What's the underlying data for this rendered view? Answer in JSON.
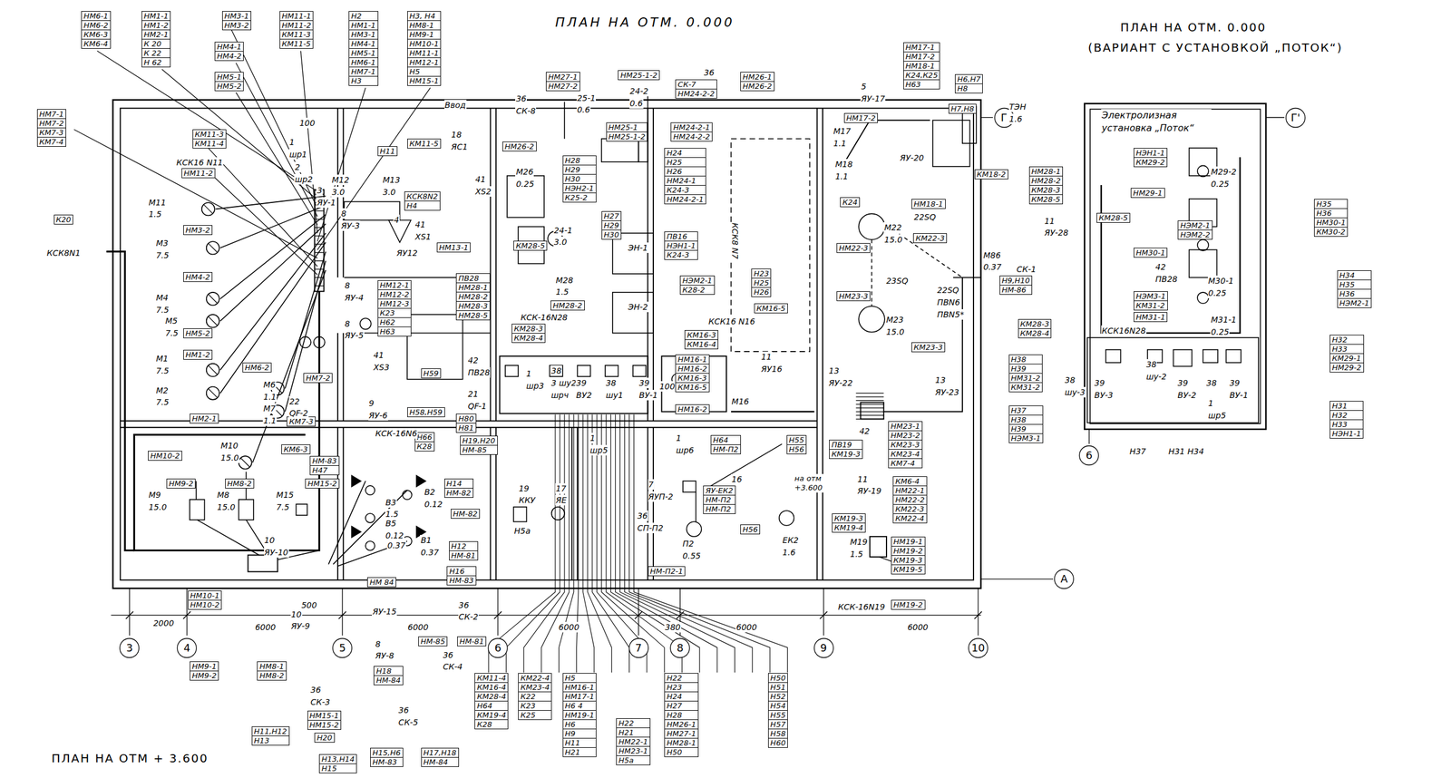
{
  "diagram": {
    "title": "ПЛАН НА ОТМ. 0.000",
    "nodes": [
      {
        "text": [
          "НМ6-1",
          "НМ6-2",
          "КМ6-3",
          "КМ6-4"
        ]
      },
      {
        "text": [
          "НМ1-1",
          "НМ1-2",
          "НМ2-1",
          "К 20",
          "К 22",
          "Н 62"
        ]
      },
      {
        "text": [
          "НМ3-1",
          "НМ3-2"
        ]
      },
      {
        "text": [
          "НМ11-1",
          "НМ11-2",
          "КМ11-3",
          "КМ11-5"
        ]
      },
      {
        "text": [
          "Н2",
          "НМ1-1",
          "НМ3-1",
          "НМ4-1",
          "НМ5-1",
          "НМ6-1",
          "НМ7-1",
          "Н3"
        ]
      },
      {
        "text": [
          "Н3, Н4",
          "НМ8-1",
          "НМ9-1",
          "НМ10-1",
          "НМ11-1",
          "НМ12-1",
          "Н5",
          "НМ15-1"
        ]
      },
      {
        "text": [
          "НМ4-1",
          "НМ4-2"
        ]
      },
      {
        "text": [
          "НМ5-1",
          "НМ5-2"
        ]
      },
      {
        "text": [
          "НМ7-1",
          "НМ7-2",
          "КМ7-3",
          "КМ7-4"
        ]
      },
      {
        "text": [
          "КМ11-3",
          "КМ11-4"
        ]
      },
      {
        "text": [
          "НМ11-2"
        ]
      },
      {
        "text": [
          "К20"
        ]
      },
      {
        "text": [
          "НМ3-2"
        ]
      },
      {
        "text": [
          "НМ4-2"
        ]
      },
      {
        "text": [
          "НМ5-2"
        ]
      },
      {
        "text": [
          "НМ1-2"
        ]
      },
      {
        "text": [
          "НМ6-2"
        ]
      },
      {
        "text": [
          "НМ7-2"
        ]
      },
      {
        "text": [
          "КМ7-3"
        ]
      },
      {
        "text": [
          "НМ2-1"
        ]
      },
      {
        "text": [
          "НМ10-2"
        ]
      },
      {
        "text": [
          "НМ9-2"
        ]
      },
      {
        "text": [
          "НМ8-2"
        ]
      },
      {
        "text": [
          "НМ15-2"
        ]
      },
      {
        "text": [
          "КМ6-3"
        ]
      },
      {
        "text": [
          "НМ-83",
          "Н47"
        ]
      },
      {
        "text": [
          "НМ10-1",
          "НМ10-2"
        ]
      },
      {
        "text": [
          "НМ9-1",
          "НМ9-2"
        ]
      },
      {
        "text": [
          "НМ8-1",
          "НМ8-2"
        ]
      },
      {
        "text": [
          "НМ15-1",
          "НМ15-2"
        ]
      },
      {
        "text": [
          "Н20"
        ]
      },
      {
        "text": [
          "Н11,Н12",
          "Н13"
        ]
      },
      {
        "text": [
          "Н13,Н14",
          "Н15"
        ]
      },
      {
        "text": [
          "Н15,Н6",
          "НМ-83"
        ]
      },
      {
        "text": [
          "Н17,Н18",
          "НМ-84"
        ]
      },
      {
        "text": [
          "Н18",
          "НМ-84"
        ]
      },
      {
        "text": [
          "Н16",
          "НМ-83"
        ]
      },
      {
        "text": [
          "НМ-85"
        ]
      },
      {
        "text": [
          "НМ-81"
        ]
      },
      {
        "text": [
          "НМ 84"
        ]
      },
      {
        "text": [
          "Н14",
          "НМ-82"
        ]
      },
      {
        "text": [
          "НМ-82"
        ]
      },
      {
        "text": [
          "Н12",
          "НМ-81"
        ]
      },
      {
        "text": [
          "Н66",
          "К28"
        ]
      },
      {
        "text": [
          "Н19,Н20",
          "НМ-85"
        ]
      },
      {
        "text": [
          "КСК8N2",
          "Н4"
        ]
      },
      {
        "text": [
          "КМ11-5"
        ]
      },
      {
        "text": [
          "Н11"
        ]
      },
      {
        "text": [
          "НМ13-1"
        ]
      },
      {
        "text": [
          "НМ12-1",
          "НМ12-2",
          "НМ12-3",
          "К23",
          "Н62",
          "Н63"
        ]
      },
      {
        "text": [
          "Н59"
        ]
      },
      {
        "text": [
          "Н58,Н59"
        ]
      },
      {
        "text": [
          "Н80",
          "Н81"
        ]
      },
      {
        "text": [
          "ПВ28",
          "НМ28-1",
          "НМ28-2",
          "НМ28-3",
          "НМ28-5"
        ]
      },
      {
        "text": [
          "КМ28-5"
        ]
      },
      {
        "text": [
          "НМ28-2"
        ]
      },
      {
        "text": [
          "КМ28-3",
          "КМ28-4"
        ]
      },
      {
        "text": [
          "НМ27-1",
          "НМ27-2"
        ]
      },
      {
        "text": [
          "НМ25-1-2"
        ]
      },
      {
        "text": [
          "СК-7",
          "НМ24-2-2"
        ]
      },
      {
        "text": [
          "НМ26-1",
          "НМ26-2"
        ]
      },
      {
        "text": [
          "НМ25-1",
          "НМ25-1-2"
        ]
      },
      {
        "text": [
          "НМ24-2-1",
          "НМ24-2-2"
        ]
      },
      {
        "text": [
          "НМ26-2"
        ]
      },
      {
        "text": [
          "Н28",
          "Н29",
          "Н30",
          "НЭН2-1",
          "К25-2"
        ]
      },
      {
        "text": [
          "Н27",
          "Н29",
          "Н30"
        ]
      },
      {
        "text": [
          "Н24",
          "Н25",
          "Н26",
          "НМ24-1",
          "К24-3",
          "НМ24-2-1"
        ]
      },
      {
        "text": [
          "ПВ16",
          "НЭН1-1",
          "К24-3"
        ]
      },
      {
        "text": [
          "НЭМ2-1",
          "К28-2"
        ]
      },
      {
        "text": [
          "Н23",
          "Н25",
          "Н26"
        ]
      },
      {
        "text": [
          "КМ16-5"
        ]
      },
      {
        "text": [
          "КМ16-3",
          "КМ16-4"
        ]
      },
      {
        "text": [
          "НМ16-1",
          "НМ16-2",
          "КМ16-3",
          "КМ16-5"
        ]
      },
      {
        "text": [
          "НМ16-2"
        ]
      },
      {
        "text": [
          "Н64",
          "НМ-П2"
        ]
      },
      {
        "text": [
          "Н55",
          "Н56"
        ]
      },
      {
        "text": [
          "ЯУ-ЕК2",
          "НМ-П2",
          "НМ-П2"
        ]
      },
      {
        "text": [
          "НМ-П2-1"
        ]
      },
      {
        "text": [
          "Н56"
        ]
      },
      {
        "text": [
          "НМ17-1",
          "НМ17-2",
          "НМ18-1",
          "К24,К25",
          "Н63"
        ]
      },
      {
        "text": [
          "Н6,Н7",
          "Н8"
        ]
      },
      {
        "text": [
          "Н7,Н8"
        ]
      },
      {
        "text": [
          "НМ17-2"
        ]
      },
      {
        "text": [
          "КМ18-2"
        ]
      },
      {
        "text": [
          "К24"
        ]
      },
      {
        "text": [
          "НМ18-1"
        ]
      },
      {
        "text": [
          "КМ22-3"
        ]
      },
      {
        "text": [
          "НМ22-3"
        ]
      },
      {
        "text": [
          "НМ23-3"
        ]
      },
      {
        "text": [
          "Н9,Н10",
          "НМ-86"
        ]
      },
      {
        "text": [
          "КМ23-3"
        ]
      },
      {
        "text": [
          "НМ23-1",
          "НМ23-2",
          "КМ23-3",
          "КМ23-4",
          "КМ7-4"
        ]
      },
      {
        "text": [
          "КМ6-4",
          "НМ22-1",
          "НМ22-2",
          "КМ22-3",
          "КМ22-4"
        ]
      },
      {
        "text": [
          "ПВ19",
          "КМ19-3"
        ]
      },
      {
        "text": [
          "КМ19-3",
          "КМ19-4"
        ]
      },
      {
        "text": [
          "НМ19-1",
          "НМ19-2",
          "КМ19-3",
          "КМ19-5"
        ]
      },
      {
        "text": [
          "НМ19-2"
        ]
      },
      {
        "text": [
          "НМ28-1",
          "НМ28-2",
          "КМ28-3",
          "КМ28-5"
        ]
      },
      {
        "text": [
          "КМ11-4",
          "КМ16-4",
          "КМ28-4",
          "Н64",
          "КМ19-4",
          "К28"
        ]
      },
      {
        "text": [
          "КМ22-4",
          "КМ23-4",
          "К22",
          "К23",
          "К25"
        ]
      },
      {
        "text": [
          "Н5",
          "НМ16-1",
          "НМ17-1",
          "Н6 4",
          "НМ19-1",
          "Н6",
          "Н9",
          "Н11",
          "Н21"
        ]
      },
      {
        "text": [
          "Н22",
          "Н21",
          "НМ22-1",
          "НМ23-1",
          "Н5а"
        ]
      },
      {
        "text": [
          "Н22",
          "Н23",
          "Н24",
          "Н27",
          "Н28",
          "НМ26-1",
          "НМ27-1",
          "НМ28-1",
          "Н50"
        ]
      },
      {
        "text": [
          "Н50",
          "Н51",
          "Н52",
          "Н54",
          "Н55",
          "Н57",
          "Н58",
          "Н60"
        ]
      },
      {
        "text": [
          "НЭН1-1",
          "КМ29-2"
        ]
      },
      {
        "text": [
          "НМ29-1"
        ]
      },
      {
        "text": [
          "НЭМ2-1",
          "НЭМ2-2"
        ]
      },
      {
        "text": [
          "НМ30-1"
        ]
      },
      {
        "text": [
          "Н35",
          "Н36",
          "НМ30-1",
          "КМ30-2"
        ]
      },
      {
        "text": [
          "КМ28-5"
        ]
      },
      {
        "text": [
          "НЭМ3-1",
          "КМ31-2"
        ]
      },
      {
        "text": [
          "НМ31-1"
        ]
      },
      {
        "text": [
          "КМ28-3",
          "КМ28-4"
        ]
      },
      {
        "text": [
          "Н34",
          "Н35",
          "Н36",
          "НЭМ2-1"
        ]
      },
      {
        "text": [
          "Н32",
          "Н33",
          "КМ29-1",
          "НМ29-2"
        ]
      },
      {
        "text": [
          "Н38",
          "Н39",
          "НМ31-2",
          "КМ31-2"
        ]
      },
      {
        "text": [
          "Н37",
          "Н38",
          "Н39",
          "НЭМ3-1"
        ]
      },
      {
        "text": [
          "Н31",
          "Н32",
          "Н33",
          "НЭН1-1"
        ]
      },
      {
        "text": [
          "3"
        ]
      },
      {
        "text": [
          "4"
        ]
      },
      {
        "text": [
          "5"
        ]
      },
      {
        "text": [
          "6"
        ]
      },
      {
        "text": [
          "7"
        ]
      },
      {
        "text": [
          "8"
        ]
      },
      {
        "text": [
          "9"
        ]
      },
      {
        "text": [
          "10"
        ]
      },
      {
        "text": [
          "А"
        ]
      },
      {
        "text": [
          "Г"
        ]
      },
      {
        "text": [
          "Г'"
        ]
      },
      {
        "text": [
          "6"
        ]
      }
    ],
    "labels": [
      "ПЛАН НА ОТМ. 0.000",
      "(ВАРИАНТ С УСТАНОВКОЙ „ПОТОК“)",
      "ПЛАН НА ОТМ + 3.600",
      "Электролизная установка „Поток“",
      "М11",
      "1.5",
      "М3",
      "7.5",
      "М4",
      "7.5",
      "М5",
      "7.5",
      "М1",
      "7.5",
      "М2",
      "7.5",
      "М6",
      "1.1",
      "М7",
      "1.1",
      "М10",
      "15.0",
      "М9",
      "15.0",
      "М8",
      "15.0",
      "М15",
      "7.5",
      "М12",
      "3.0",
      "М13",
      "3.0",
      "М26",
      "0.25",
      "24-1",
      "3.0",
      "М28",
      "1.5",
      "М17",
      "1.1",
      "М18",
      "1.1",
      "М22",
      "15.0",
      "М23",
      "15.0",
      "М86",
      "0.37",
      "М19",
      "1.5",
      "П2",
      "0.55",
      "ЕК2",
      "1.6",
      "М29-2",
      "0.25",
      "М30-1",
      "0.25",
      "М31-1",
      "0.25",
      "ТЭН",
      "1.6",
      "1",
      "шр1",
      "2",
      "шр2",
      "3",
      "ЯУ-1",
      "8",
      "ЯУ-3",
      "4",
      "ЯУ12",
      "8",
      "ЯУ-4",
      "8",
      "ЯУ-5",
      "41",
      "ХS3",
      "9",
      "ЯУ-6",
      "22",
      "QF-2",
      "41",
      "ХS1",
      "41",
      "ХS2",
      "18",
      "ЯС1",
      "Ввод",
      "100",
      "36",
      "СК-8",
      "25-1",
      "0.6",
      "24-2",
      "0.6",
      "36",
      "КСК8 N7",
      "ЭН-1",
      "ЭН-2",
      "11",
      "ЯУ-28",
      "СК-1",
      "42",
      "ПВ28",
      "КСК16N28",
      "5",
      "ЯУ-17",
      "ЯУ-20",
      "22SQ",
      "23SQ",
      "22SQ",
      "ПВN6",
      "ПВN5*",
      "13",
      "ЯУ-22",
      "13",
      "ЯУ-23",
      "42",
      "11",
      "ЯУ-19",
      "11",
      "ЯУ16",
      "М16",
      "КСК16 N16",
      "1",
      "шр3",
      "38",
      "3 шу2",
      "шрч",
      "39",
      "ВУ2",
      "38",
      "шу1",
      "39",
      "ВУ-1",
      "100",
      "1",
      "шр5",
      "1",
      "шр6",
      "КСК-16N6",
      "21",
      "QF-1",
      "42",
      "ПВ28",
      "19",
      "ККУ",
      "17",
      "ЯЕ",
      "7",
      "ЯУП-2",
      "36",
      "СП-П2",
      "Н5а",
      "16",
      "на отм +3.600",
      "10",
      "ЯУ-10",
      "10",
      "ЯУ-9",
      "ЯУ-15",
      "8",
      "ЯУ-8",
      "36",
      "СК-2",
      "36",
      "СК-4",
      "36",
      "СК-3",
      "36",
      "СК-5",
      "500",
      "2000",
      "6000",
      "6000",
      "6000",
      "380",
      "6000",
      "6000",
      "38",
      "шу-3",
      "39",
      "ВУ-3",
      "38",
      "шу-2",
      "39",
      "ВУ-2",
      "38",
      "39",
      "ВУ-1",
      "1",
      "шр5",
      "КСК8N1",
      "КСК16 N11",
      "В3",
      "1.5",
      "В5",
      "0.12",
      "0.37",
      "В2",
      "0.12",
      "В1",
      "0.37",
      "Н37",
      "Н31 Н34",
      "КСК-16N19",
      "КСК-16N28"
    ]
  }
}
